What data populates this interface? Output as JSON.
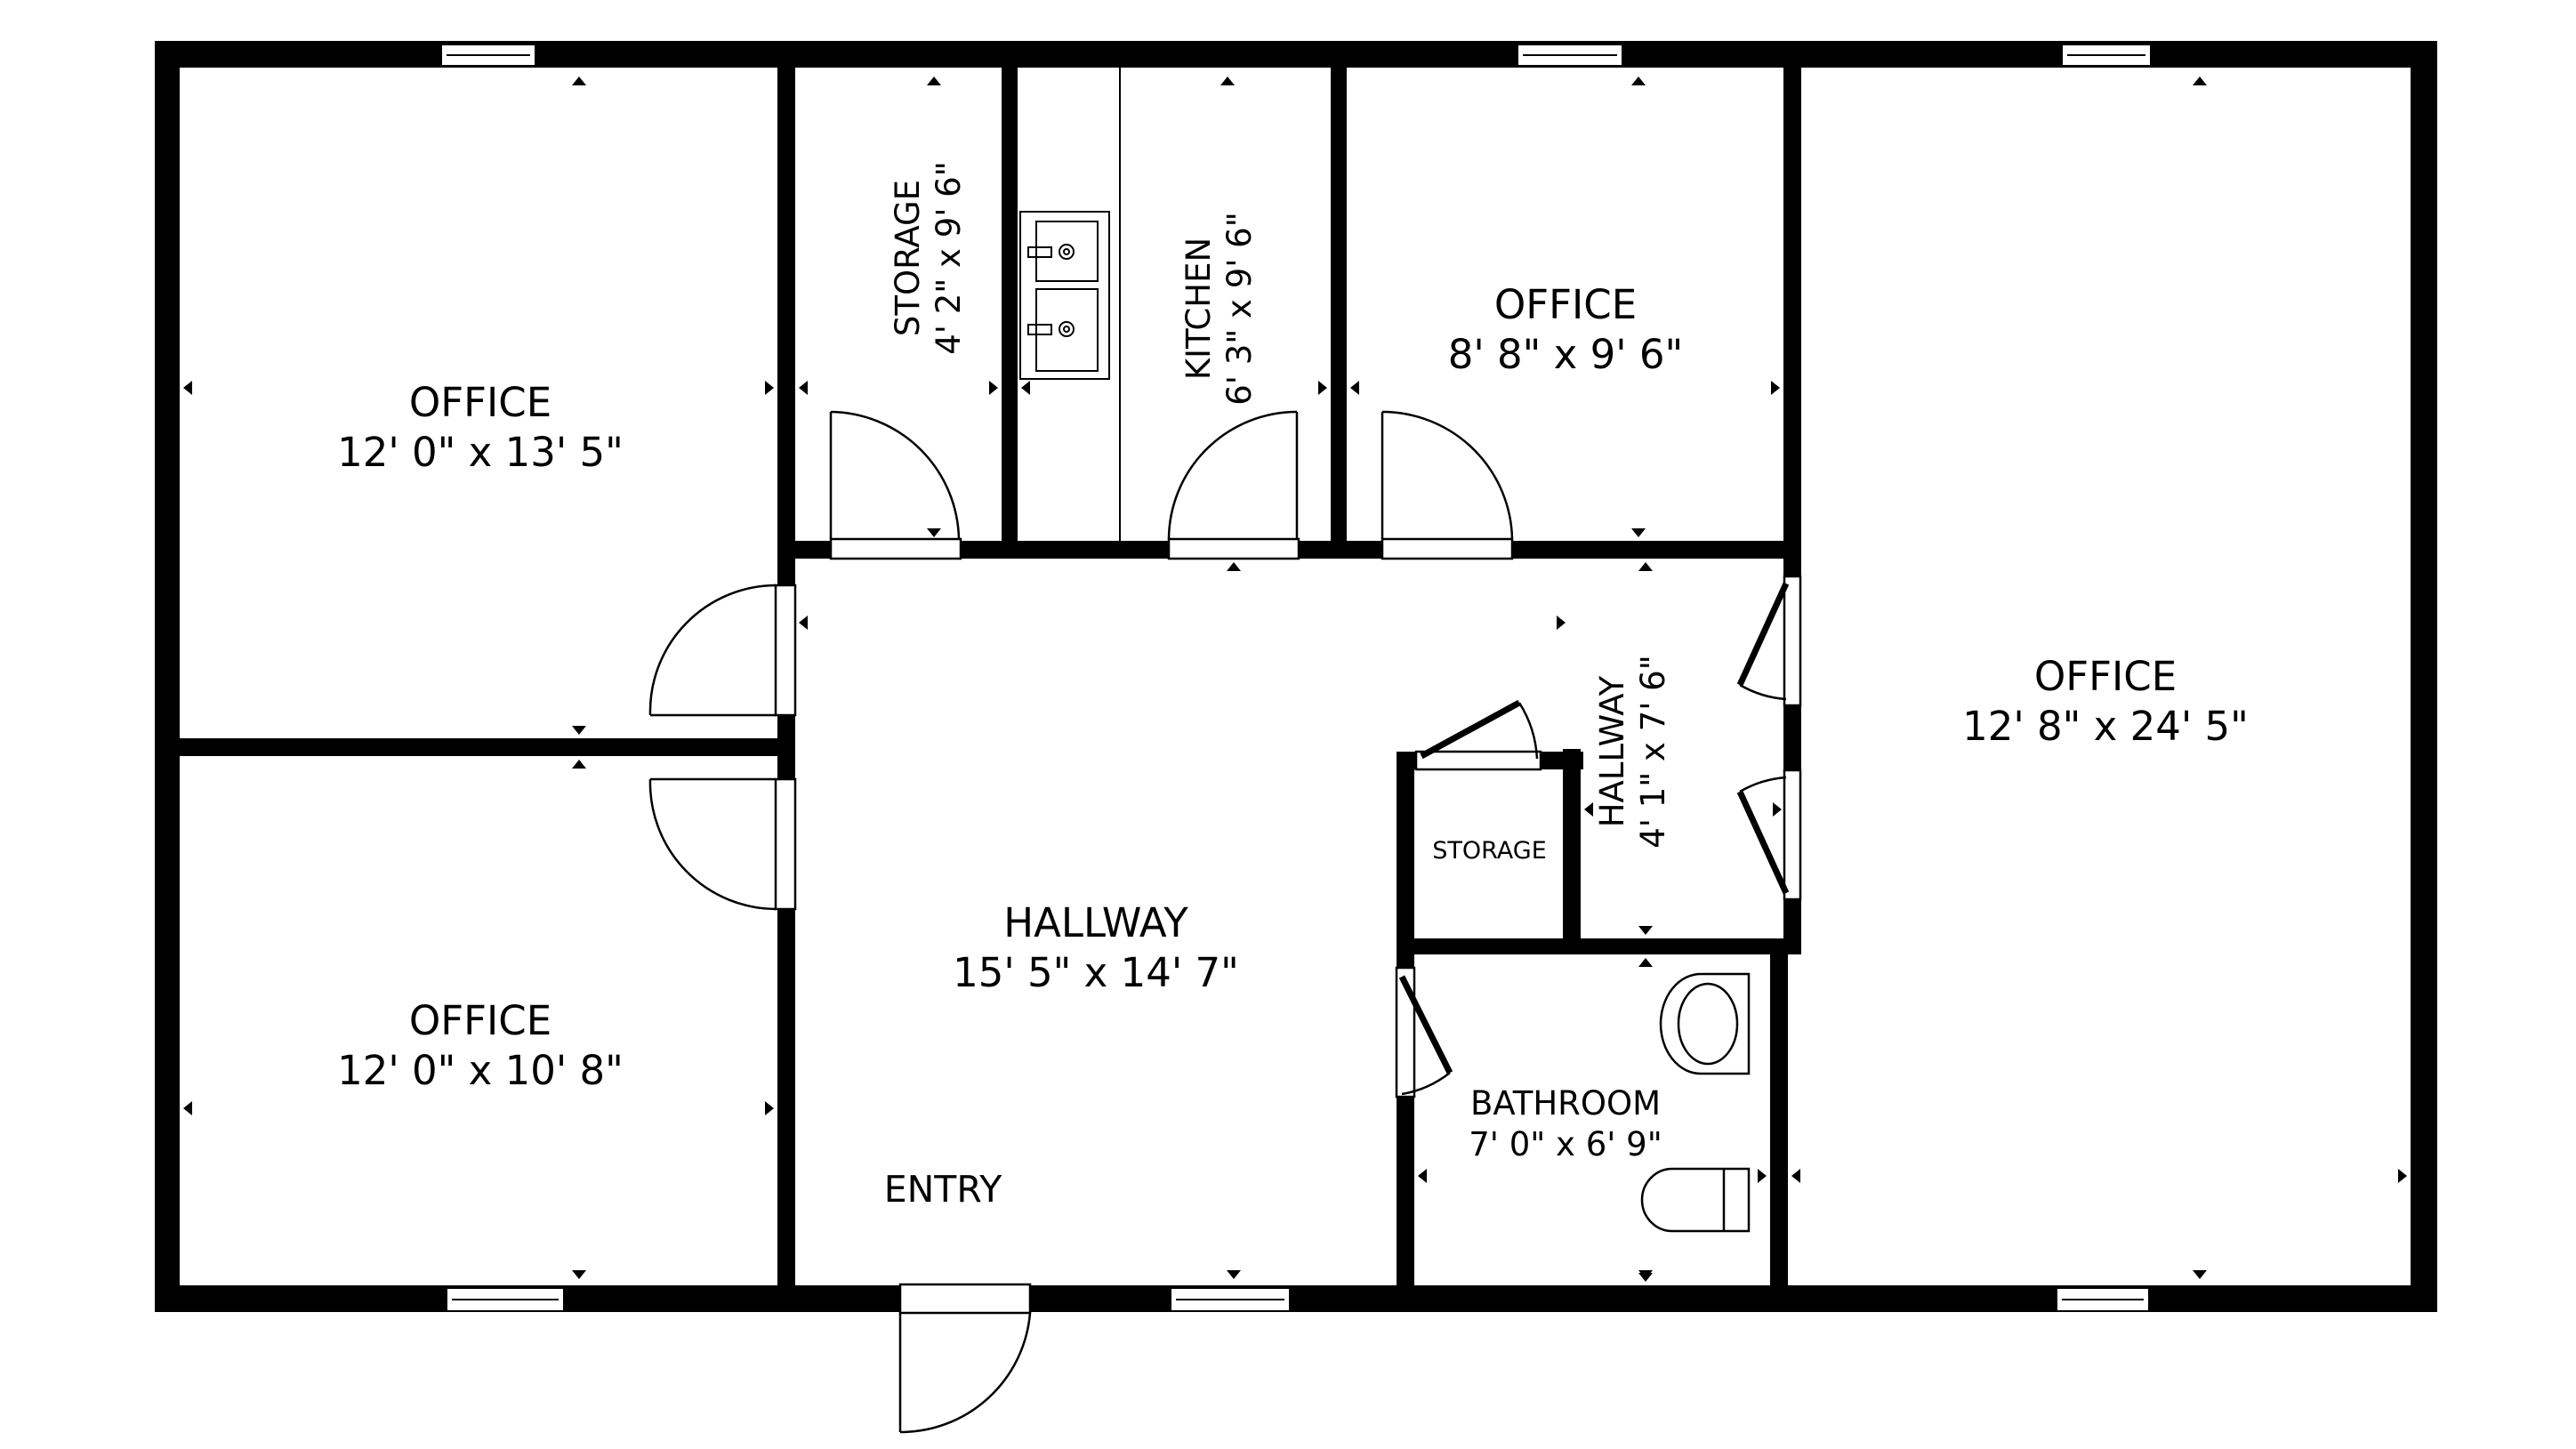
{
  "floorplan": {
    "colors": {
      "wall": "#000000",
      "background": "#ffffff",
      "line": "#000000"
    },
    "rooms": [
      {
        "id": "office-nw",
        "name": "OFFICE",
        "dimensions": "12' 0\" x 13' 5\""
      },
      {
        "id": "office-sw",
        "name": "OFFICE",
        "dimensions": "12' 0\" x 10' 8\""
      },
      {
        "id": "storage-n",
        "name": "STORAGE",
        "dimensions": "4' 2\" x 9' 6\""
      },
      {
        "id": "kitchen",
        "name": "KITCHEN",
        "dimensions": "6' 3\" x 9' 6\""
      },
      {
        "id": "office-n",
        "name": "OFFICE",
        "dimensions": "8' 8\" x 9' 6\""
      },
      {
        "id": "office-e",
        "name": "OFFICE",
        "dimensions": "12' 8\" x 24' 5\""
      },
      {
        "id": "hallway-main",
        "name": "HALLWAY",
        "dimensions": "15' 5\" x 14' 7\""
      },
      {
        "id": "hallway-small",
        "name": "HALLWAY",
        "dimensions": "4' 1\" x 7' 6\""
      },
      {
        "id": "storage-small",
        "name": "STORAGE"
      },
      {
        "id": "bathroom",
        "name": "BATHROOM",
        "dimensions": "7' 0\" x 6' 9\""
      }
    ],
    "annotations": {
      "entry": "ENTRY"
    },
    "fixtures": [
      "double-sink",
      "bathroom-sink",
      "toilet"
    ]
  }
}
